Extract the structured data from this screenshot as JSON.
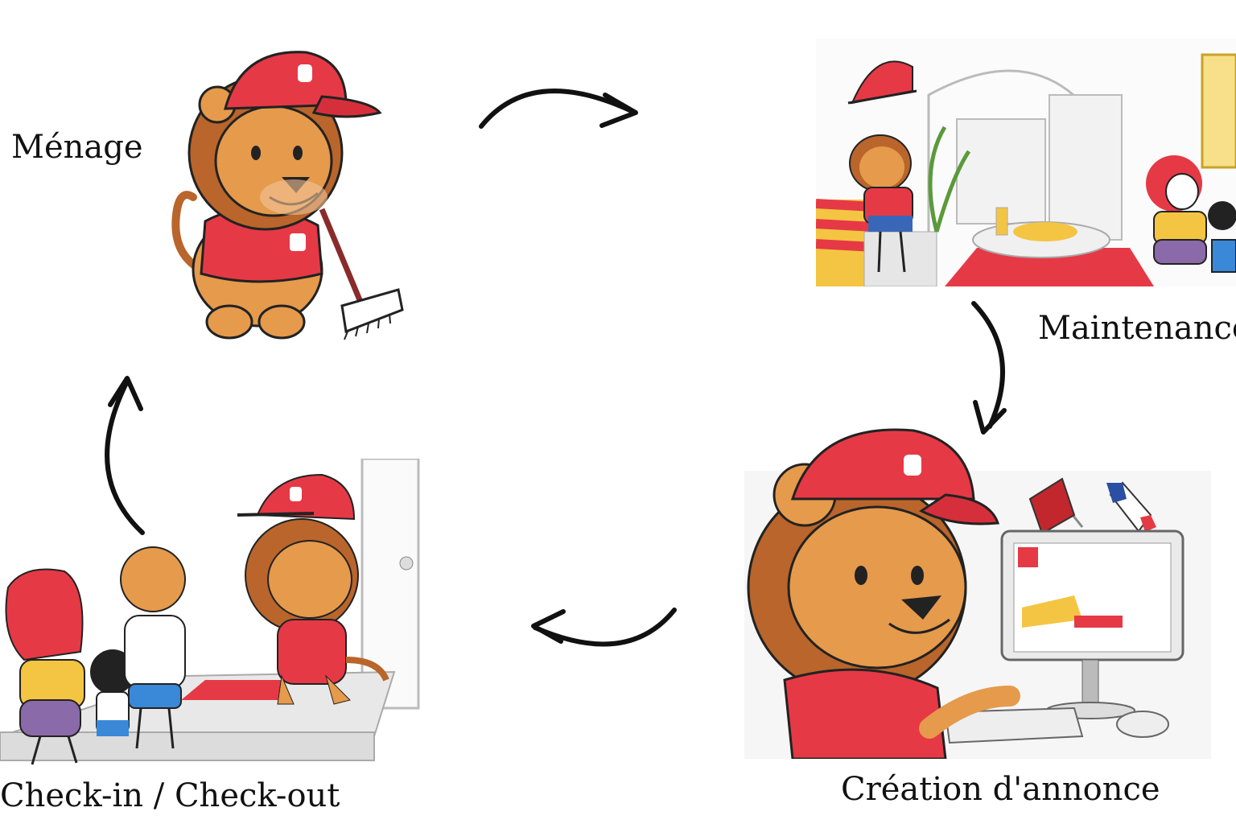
{
  "diagram": {
    "type": "cycle",
    "steps": [
      {
        "id": "menage",
        "label": "Ménage"
      },
      {
        "id": "maintenance",
        "label": "Maintenance"
      },
      {
        "id": "creation",
        "label": "Création d'annonce"
      },
      {
        "id": "checkin",
        "label": "Check-in / Check-out"
      }
    ],
    "colors": {
      "accent": "#e63946",
      "lion_fur": "#e59a4c",
      "lion_mane": "#b9652b",
      "line": "#111111",
      "sofa_yellow": "#f4c542",
      "purple": "#8a6aa8",
      "blue": "#3a88d8"
    }
  }
}
